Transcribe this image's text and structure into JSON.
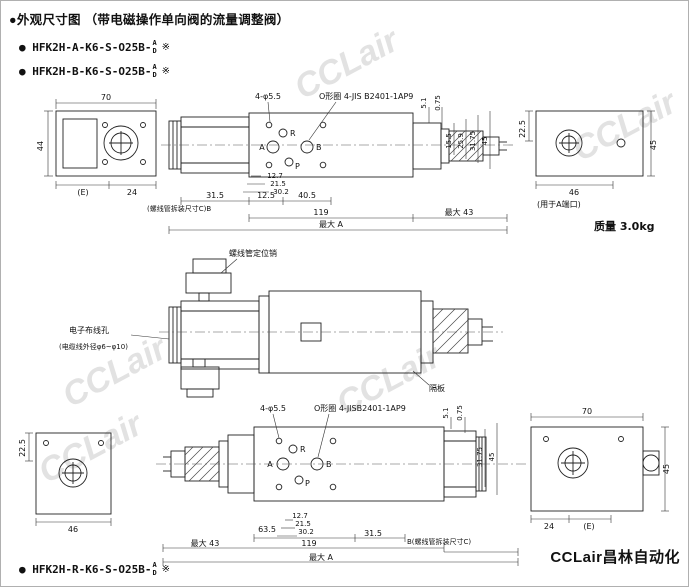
{
  "header": {
    "title": "●外观尺寸图 （带电磁操作单向阀的流量调整阀）"
  },
  "models": {
    "a": "● HFK2H-A-K6-S-O25B-",
    "b": "● HFK2H-B-K6-S-O25B-",
    "r": "● HFK2H-R-K6-S-O25B-",
    "sup": "A",
    "sub": "D",
    "mark": "※"
  },
  "brand": "CCLair昌林自动化",
  "watermark": "CCLair",
  "d1": {
    "left": {
      "w70": "70",
      "h44": "44",
      "e": "(E)",
      "n24": "24"
    },
    "main": {
      "holes": "4-φ5.5",
      "oring": "O形圈 4-JIS B2401-1AP9",
      "pr": "R",
      "pa": "A",
      "pb": "B",
      "pp": "P",
      "d127": "12.7",
      "d215": "21.5",
      "d302": "30.2",
      "d315": "31.5",
      "d125": "12.5",
      "d405": "40.5",
      "d119": "119",
      "max43": "最大 43",
      "maxa": "最大 A",
      "sol": "(螺线管拆装尺寸C)B",
      "v51": "5.1",
      "v075": "0.75",
      "v155": "15.5",
      "v259": "25.9",
      "v3175": "31.75",
      "v45": "45"
    },
    "right": {
      "v225": "22.5",
      "v45": "45",
      "n46": "46",
      "cap": "(用于A端口)"
    },
    "mass": "质量 3.0kg"
  },
  "d2": {
    "pin": "螺线管定位销",
    "wiring": "电子布线孔",
    "cable": "(电缆线外径φ6~φ10)",
    "plate": "隔板"
  },
  "d3": {
    "left": {
      "v225": "22.5",
      "n46": "46"
    },
    "main": {
      "holes": "4-φ5.5",
      "oring": "O形圈 4-JISB2401-1AP9",
      "pr": "R",
      "pa": "A",
      "pb": "B",
      "pp": "P",
      "d127": "12.7",
      "d215": "21.5",
      "d302": "30.2",
      "d635": "63.5",
      "d315": "31.5",
      "d119": "119",
      "max43": "最大 43",
      "maxa": "最大 A",
      "sol": "B(螺线管拆装尺寸C)",
      "v51": "5.1",
      "v075": "0.75",
      "v3175": "31.75",
      "v45": "45"
    },
    "right": {
      "w70": "70",
      "v45": "45",
      "n24": "24",
      "e": "(E)"
    }
  }
}
